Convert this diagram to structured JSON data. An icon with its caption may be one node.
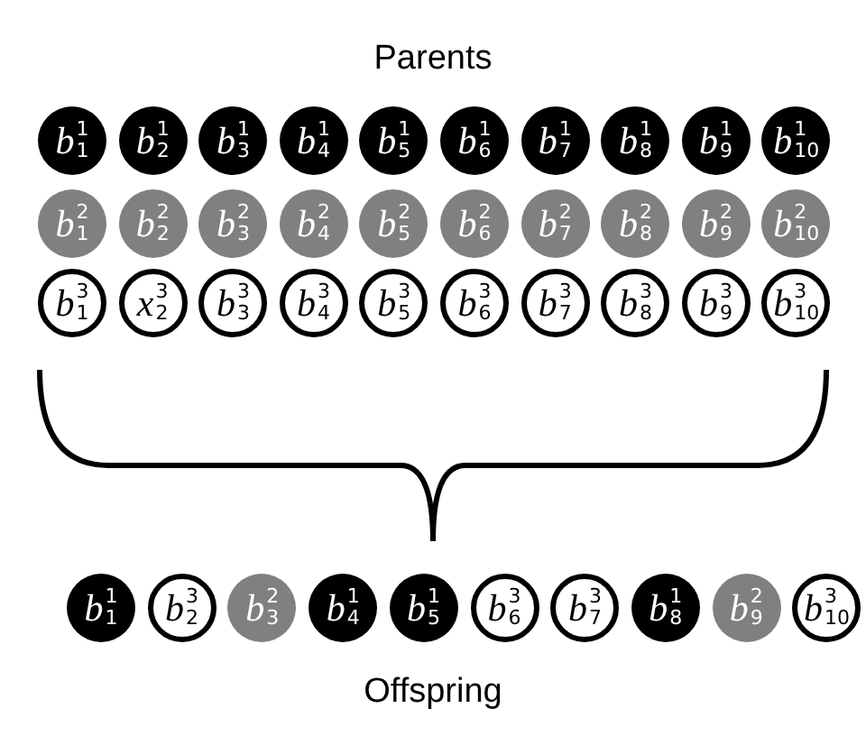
{
  "diagram": {
    "title": "Parents",
    "caption": "Offspring",
    "nodes": [
      {
        "text": [
          "*b*$^{1}$$_{1}$"
        ]
      },
      {
        "text": [
          "*b*$^{1}$$_{2}$"
        ]
      },
      {
        "text": [
          "*b*$^{1}$$_{3}$"
        ]
      },
      {
        "text": [
          "*b*$^{1}$$_{4}$"
        ]
      },
      {
        "text": [
          "*b*$^{1}$$_{5}$"
        ]
      },
      {
        "text": [
          "*b*$^{1}$$_{6}$"
        ]
      },
      {
        "text": [
          "*b*$^{1}$$_{7}$"
        ]
      },
      {
        "text": [
          "*b*$^{1}$$_{8}$"
        ]
      },
      {
        "text": [
          "*b*$^{1}$$_{9}$"
        ]
      },
      {
        "text": [
          "*b*$^{1}$$_{10}$"
        ]
      },
      {
        "text": [
          "*b*$^{2}$$_{1}$"
        ]
      },
      {
        "text": [
          "*b*$^{2}$$_{2}$"
        ]
      },
      {
        "text": [
          "*b*$^{2}$$_{3}$"
        ]
      },
      {
        "text": [
          "*b*$^{2}$$_{4}$"
        ]
      },
      {
        "text": [
          "*b*$^{2}$$_{5}$"
        ]
      },
      {
        "text": [
          "*b*$^{2}$$_{6}$"
        ]
      },
      {
        "text": [
          "*b*$^{2}$$_{7}$"
        ]
      },
      {
        "text": [
          "*b*$^{2}$$_{8}$"
        ]
      },
      {
        "text": [
          "*b*$^{2}$$_{9}$"
        ]
      },
      {
        "text": [
          "*b*$^{2}$$_{10}$"
        ]
      },
      {
        "text": [
          "*b*$^{3}$$_{1}$"
        ]
      },
      {
        "text": [
          "*x*$^{3}$$_{2}$"
        ]
      },
      {
        "text": [
          "*b*$^{3}$$_{3}$"
        ]
      },
      {
        "text": [
          "*b*$^{3}$$_{4}$"
        ]
      },
      {
        "text": [
          "*b*$^{3}$$_{5}$"
        ]
      },
      {
        "text": [
          "*b*$^{3}$$_{6}$"
        ]
      },
      {
        "text": [
          "*b*$^{3}$$_{7}$"
        ]
      },
      {
        "text": [
          "*b*$^{3}$$_{8}$"
        ]
      },
      {
        "text": [
          "*b*$^{3}$$_{9}$"
        ]
      },
      {
        "text": [
          "*b*$^{3}$$_{10}$"
        ]
      },
      {
        "text": [
          "*b*$^{1}$$_{1}$"
        ]
      },
      {
        "text": [
          "*b*$^{3}$$_{2}$"
        ]
      },
      {
        "text": [
          "*b*$^{2}$$_{3}$"
        ]
      },
      {
        "text": [
          "*b*$^{1}$$_{4}$"
        ]
      },
      {
        "text": [
          "*b*$^{1}$$_{5}$"
        ]
      },
      {
        "text": [
          "*b*$^{3}$$_{6}$"
        ]
      },
      {
        "text": [
          "*b*$^{3}$$_{7}$"
        ]
      },
      {
        "text": [
          "*b*$^{1}$$_{8}$"
        ]
      },
      {
        "text": [
          "*b*$^{2}$$_{9}$"
        ]
      },
      {
        "text": [
          "*b*$^{3}$$_{10}$"
        ]
      }
    ]
  }
}
